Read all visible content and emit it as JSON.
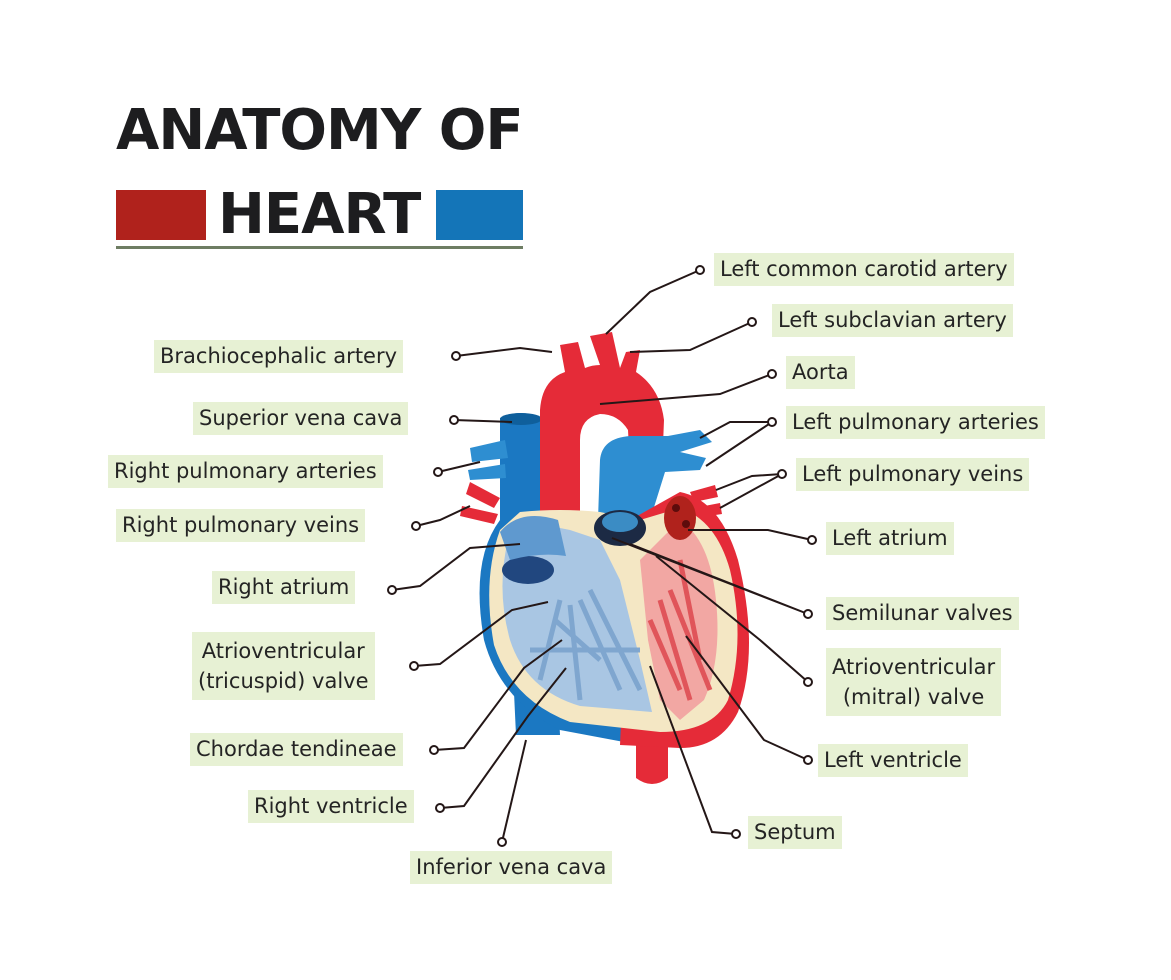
{
  "title": {
    "line1": "ANATOMY OF",
    "line2": "HEART"
  },
  "colors": {
    "oxygenated": "#b0221c",
    "deoxygenated": "#1475b8",
    "label_background": "#e7f1d4",
    "title_text": "#1d1d1f"
  },
  "labels": {
    "left_common_carotid_artery": "Left common carotid artery",
    "left_subclavian_artery": "Left subclavian artery",
    "aorta": "Aorta",
    "left_pulmonary_arteries": "Left pulmonary arteries",
    "left_pulmonary_veins": "Left pulmonary veins",
    "left_atrium": "Left atrium",
    "semilunar_valves": "Semilunar valves",
    "mitral_valve_line1": "Atrioventricular",
    "mitral_valve_line2": "(mitral) valve",
    "left_ventricle": "Left ventricle",
    "septum": "Septum",
    "brachiocephalic_artery": "Brachiocephalic artery",
    "superior_vena_cava": "Superior vena cava",
    "right_pulmonary_arteries": "Right pulmonary arteries",
    "right_pulmonary_veins": "Right pulmonary veins",
    "right_atrium": "Right atrium",
    "tricuspid_valve_line1": "Atrioventricular",
    "tricuspid_valve_line2": "(tricuspid) valve",
    "chordae_tendineae": "Chordae tendineae",
    "right_ventricle": "Right ventricle",
    "inferior_vena_cava": "Inferior vena cava"
  }
}
